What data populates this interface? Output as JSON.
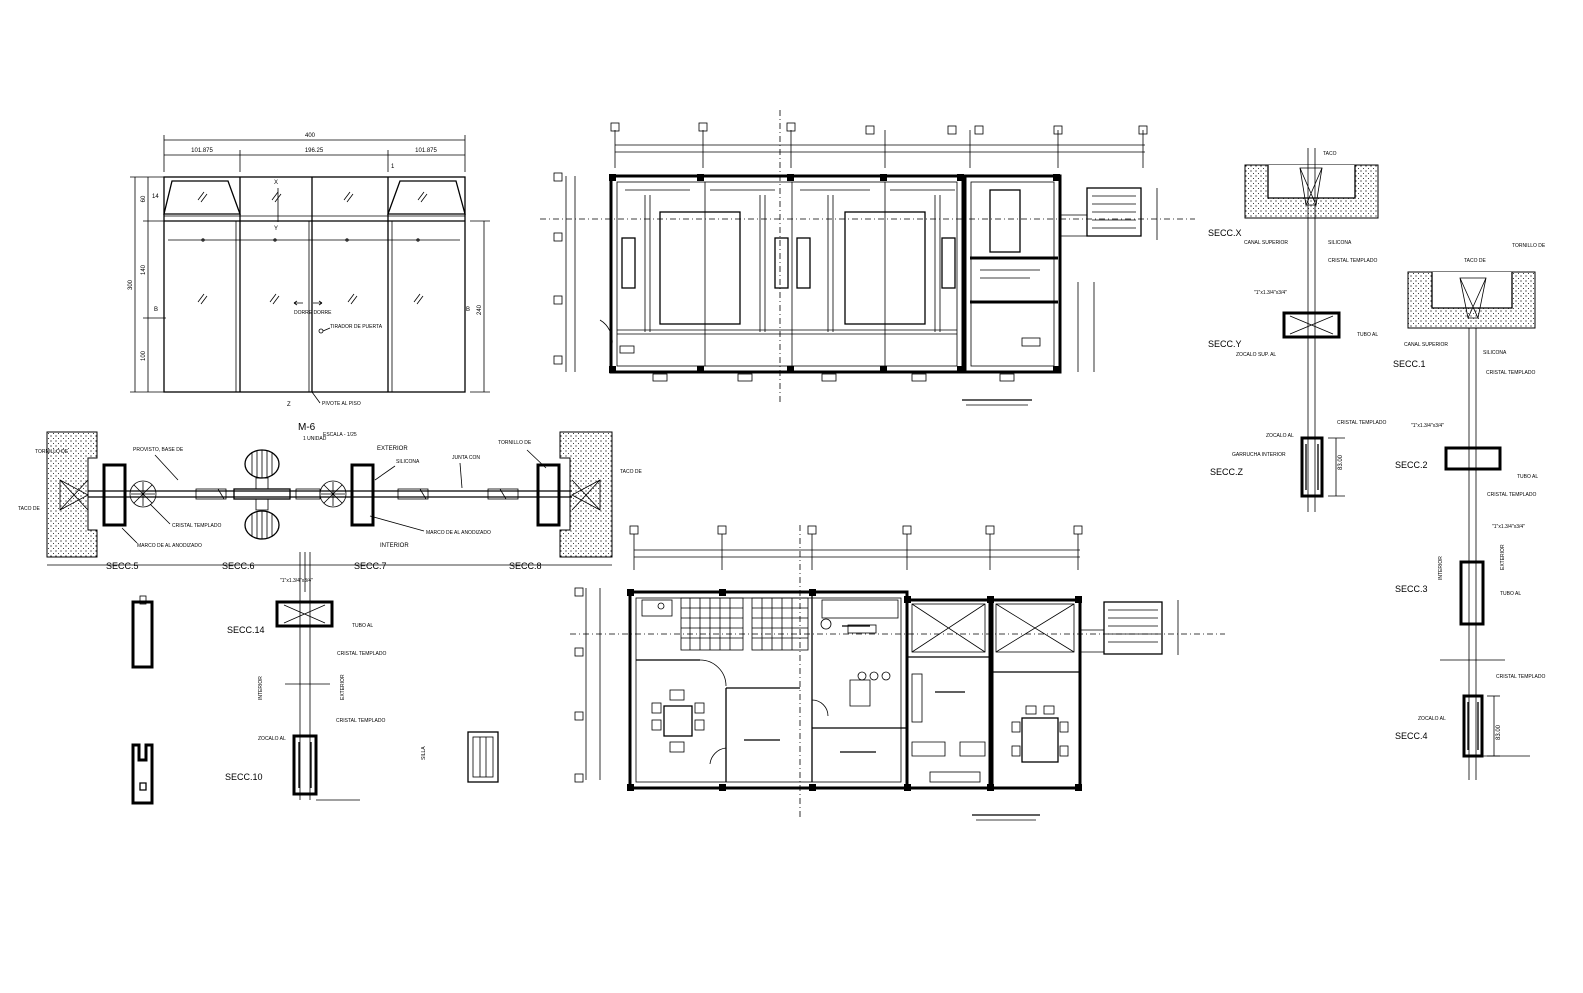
{
  "elevation": {
    "dims_top": [
      "101.875",
      "196.25",
      "101.875"
    ],
    "dim_total": "400",
    "dims_left": [
      "60",
      "140",
      "100",
      "300"
    ],
    "dim_right": "240",
    "tags": [
      "14",
      "1",
      "X",
      "Y",
      "Z"
    ],
    "labels": {
      "door": "DORRE  DORRE",
      "handle": "TIRADOR DE PUERTA",
      "floor_pivot": "PIVOTE AL PISO"
    }
  },
  "detail_m6": {
    "title": "M-6",
    "subtitle": "1 UNIDAD",
    "scale": "ESCALA - 1/25",
    "exterior": "EXTERIOR",
    "interior": "INTERIOR",
    "notes": {
      "silicona": "SILICONA",
      "tornillo_left": "TORNILLO DE",
      "tornillo_right": "TORNILLO DE",
      "taco_left": "TACO DE",
      "taco_right": "TACO DE",
      "junta": "JUNTA CON",
      "cristal": "CRISTAL TEMPLADO",
      "marco_left": "MARCO DE AL ANODIZADO",
      "marco_right": "MARCO DE AL ANODIZADO"
    },
    "sections": [
      "SECC.5",
      "SECC.6",
      "SECC.7",
      "SECC.8"
    ]
  },
  "detail_secc14": {
    "label_top": "SECC.14",
    "label_bottom": "SECC.10",
    "interior": "INTERIOR",
    "exterior": "EXTERIOR",
    "notes": [
      "TUBO AL",
      "CRISTAL TEMPLADO",
      "CRISTAL TEMPLADO",
      "ZOCALO AL"
    ]
  },
  "detail_secc_xyz": {
    "sections": [
      "SECC.X",
      "SECC.Y",
      "SECC.Z"
    ],
    "dim": "83.00",
    "notes": [
      "TACO",
      "CANAL SUPERIOR",
      "SILICONA",
      "CRISTAL TEMPLADO",
      "TUBO AL",
      "ZOCALO SUP. AL",
      "CRISTAL TEMPLADO",
      "ZOCALO AL",
      "GARRUCHA INTERIOR"
    ]
  },
  "detail_secc_1234": {
    "sections": [
      "SECC.1",
      "SECC.2",
      "SECC.3",
      "SECC.4"
    ],
    "interior": "INTERIOR",
    "exterior": "EXTERIOR",
    "dim": "83.00",
    "notes": [
      "TORNILLO DE",
      "TACO DE",
      "CANAL SUPERIOR",
      "SILICONA",
      "CRISTAL TEMPLADO",
      "TUBO AL",
      "CRISTAL TEMPLADO",
      "TUBO AL",
      "CRISTAL TEMPLADO",
      "ZOCALO AL"
    ]
  }
}
